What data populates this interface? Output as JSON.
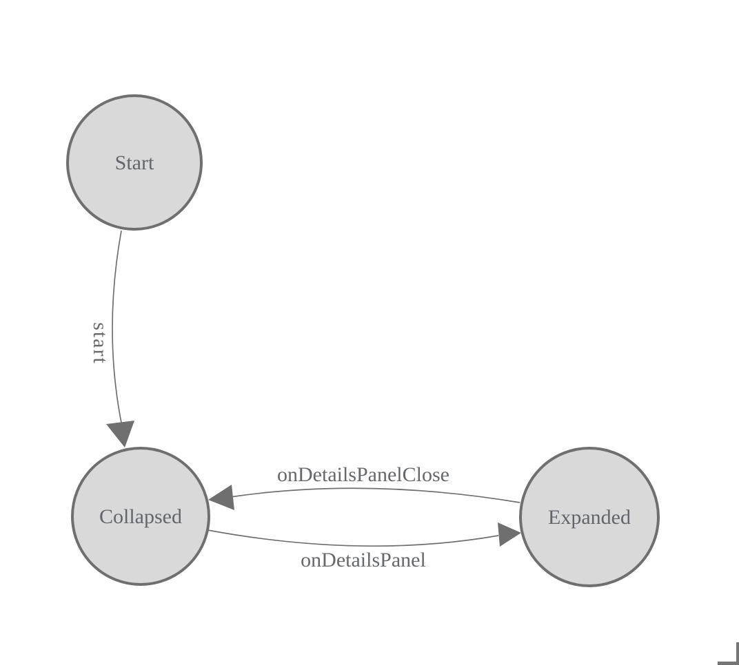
{
  "diagram": {
    "type": "state-machine",
    "colors": {
      "background": "#ffffff",
      "node_fill": "#d9d9d9",
      "node_stroke": "#6f6f6f",
      "edge_stroke": "#6f6f6f",
      "arrow_fill": "#6f6f6f",
      "node_text": "#62666b",
      "edge_text": "#66686b",
      "corner_mark": "#757575"
    },
    "nodes": [
      {
        "id": "start",
        "label": "Start"
      },
      {
        "id": "collapsed",
        "label": "Collapsed"
      },
      {
        "id": "expanded",
        "label": "Expanded"
      }
    ],
    "edges": [
      {
        "id": "start-transition",
        "from": "Start",
        "to": "Collapsed",
        "label": "start"
      },
      {
        "id": "on-details-panel-close",
        "from": "Expanded",
        "to": "Collapsed",
        "label": "onDetailsPanelClose"
      },
      {
        "id": "on-details-panel",
        "from": "Collapsed",
        "to": "Expanded",
        "label": "onDetailsPanel"
      }
    ]
  }
}
